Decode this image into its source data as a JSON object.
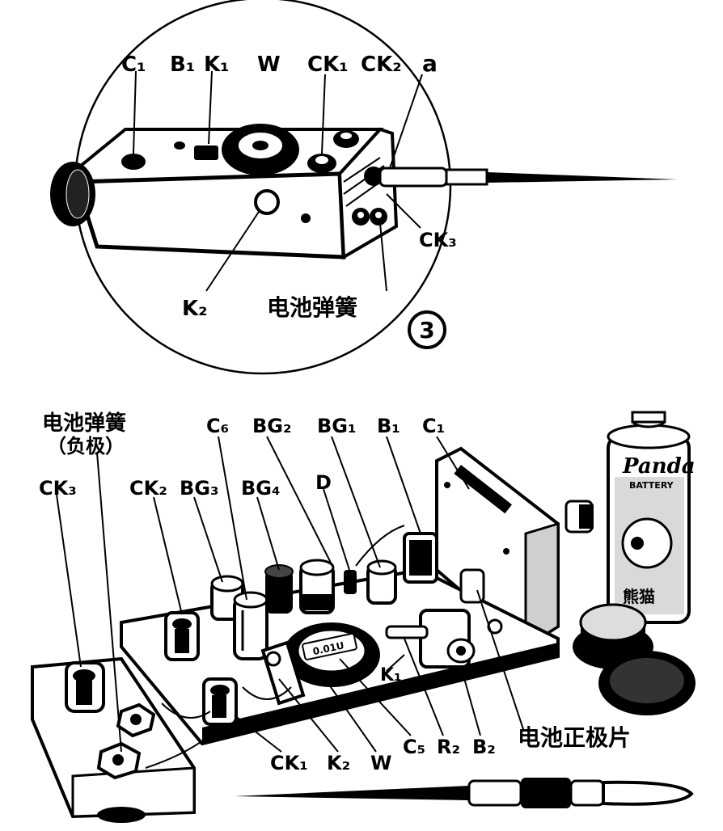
{
  "figure_number": "3",
  "top_view": {
    "labels": {
      "c1": "C₁",
      "b1": "B₁",
      "k1": "K₁",
      "w": "W",
      "ck1": "CK₁",
      "ck2": "CK₂",
      "a": "a",
      "ck3": "CK₃",
      "k2": "K₂",
      "battery_spring": "电池弹簧"
    }
  },
  "bottom_view": {
    "labels": {
      "battery_spring_line1": "电池弹簧",
      "battery_spring_line2": "（负极）",
      "ck3": "CK₃",
      "ck2": "CK₂",
      "bg3": "BG₃",
      "c6": "C₆",
      "bg2": "BG₂",
      "bg4": "BG₄",
      "bg1": "BG₁",
      "d": "D",
      "b1": "B₁",
      "c1": "C₁",
      "k1": "K₁",
      "ck1": "CK₁",
      "k2": "K₂",
      "w": "W",
      "c5": "C₅",
      "r2": "R₂",
      "b2": "B₂",
      "battery_positive": "电池正极片",
      "cap_marking": "0.01U"
    },
    "battery": {
      "brand": "Panda",
      "sub": "BATTERY",
      "cn": "熊猫"
    }
  }
}
